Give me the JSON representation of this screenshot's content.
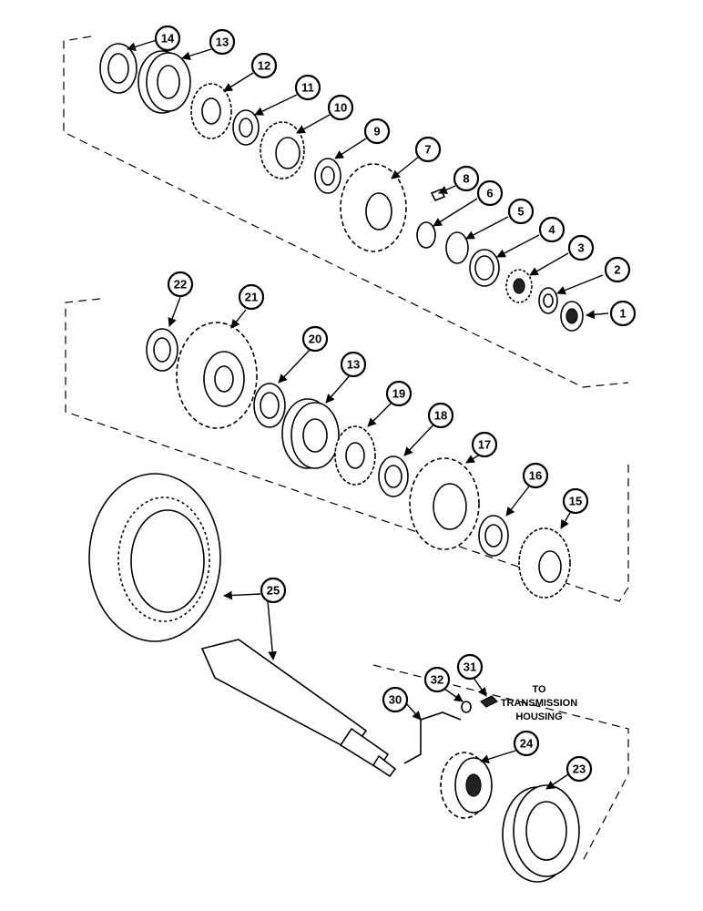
{
  "callouts": [
    "1",
    "2",
    "3",
    "4",
    "5",
    "6",
    "7",
    "8",
    "9",
    "10",
    "11",
    "12",
    "13",
    "14",
    "15",
    "16",
    "17",
    "18",
    "19",
    "20",
    "21",
    "22",
    "13",
    "23",
    "24",
    "25",
    "30",
    "31",
    "32"
  ],
  "note": {
    "line1": "TO",
    "line2": "TRANSMISSION",
    "line3": "HOUSING"
  }
}
